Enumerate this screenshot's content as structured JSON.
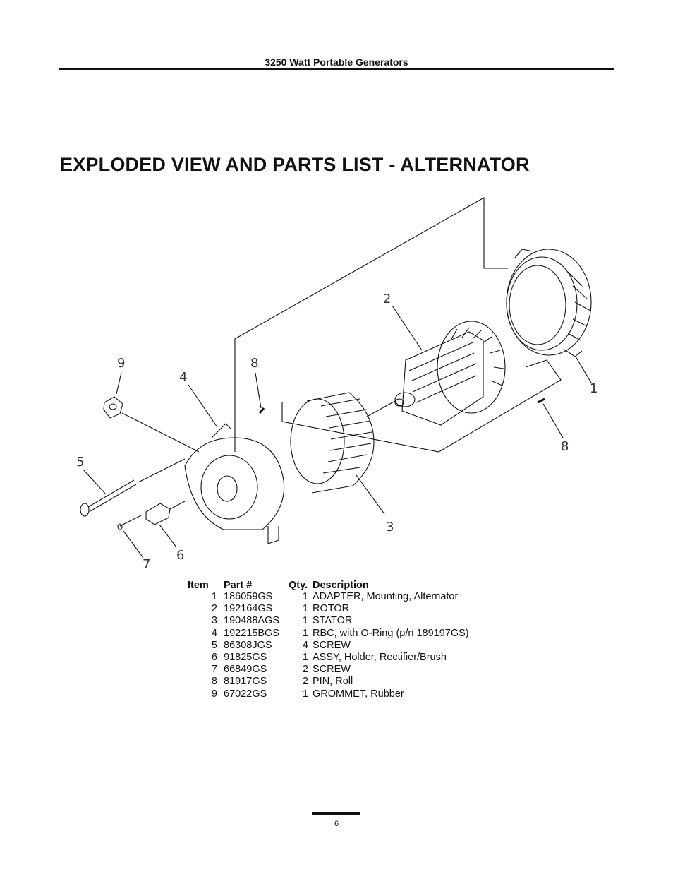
{
  "header": {
    "title": "3250 Watt Portable Generators"
  },
  "heading": "EXPLODED VIEW AND PARTS LIST - ALTERNATOR",
  "diagram": {
    "callouts": [
      "1",
      "2",
      "3",
      "4",
      "5",
      "6",
      "7",
      "8",
      "8",
      "9"
    ]
  },
  "parts_list": {
    "columns": [
      "Item",
      "Part #",
      "Qty.",
      "Description"
    ],
    "rows": [
      {
        "item": "1",
        "part": "186059GS",
        "qty": "1",
        "description": "ADAPTER, Mounting, Alternator"
      },
      {
        "item": "2",
        "part": "192164GS",
        "qty": "1",
        "description": "ROTOR"
      },
      {
        "item": "3",
        "part": "190488AGS",
        "qty": "1",
        "description": "STATOR"
      },
      {
        "item": "4",
        "part": "192215BGS",
        "qty": "1",
        "description": "RBC, with O-Ring (p/n 189197GS)"
      },
      {
        "item": "5",
        "part": "86308JGS",
        "qty": "4",
        "description": "SCREW"
      },
      {
        "item": "6",
        "part": "91825GS",
        "qty": "1",
        "description": "ASSY, Holder, Rectifier/Brush"
      },
      {
        "item": "7",
        "part": "66849GS",
        "qty": "2",
        "description": "SCREW"
      },
      {
        "item": "8",
        "part": "81917GS",
        "qty": "2",
        "description": "PIN, Roll"
      },
      {
        "item": "9",
        "part": "67022GS",
        "qty": "1",
        "description": "GROMMET, Rubber"
      }
    ]
  },
  "footer": {
    "page_number": "6"
  }
}
